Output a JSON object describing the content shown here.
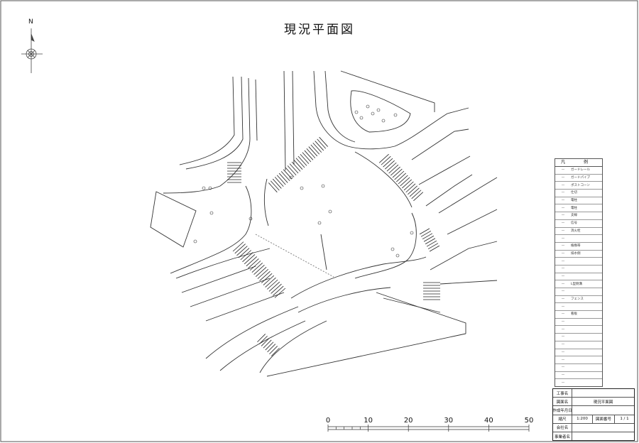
{
  "title": "現況平面図",
  "north_label": "N",
  "legend": {
    "header": "凡 例",
    "rows": [
      "ガードレール",
      "ガードパイプ",
      "ポストコーン",
      "仕切",
      "電柱",
      "電柱",
      "支線",
      "信号",
      "消火栓",
      "",
      "植樹帯",
      "排水側",
      "",
      "",
      "",
      "L型側溝",
      "",
      "フェンス",
      "",
      "看板",
      "",
      "",
      "",
      "",
      "",
      "",
      "",
      "",
      ""
    ]
  },
  "title_block": {
    "rows": [
      {
        "label": "工事名",
        "value": ""
      },
      {
        "label": "図面名",
        "value": "現況平面図"
      },
      {
        "label": "作成年月日",
        "value": ""
      },
      {
        "label": "縮尺",
        "value": "1:200",
        "label2": "図面番号",
        "value2": "1 / 1"
      },
      {
        "label": "会社名",
        "value": ""
      },
      {
        "label": "事業者名",
        "value": ""
      }
    ]
  },
  "scale_bar": {
    "ticks": [
      "0",
      "10",
      "20",
      "30",
      "40",
      "50"
    ]
  }
}
